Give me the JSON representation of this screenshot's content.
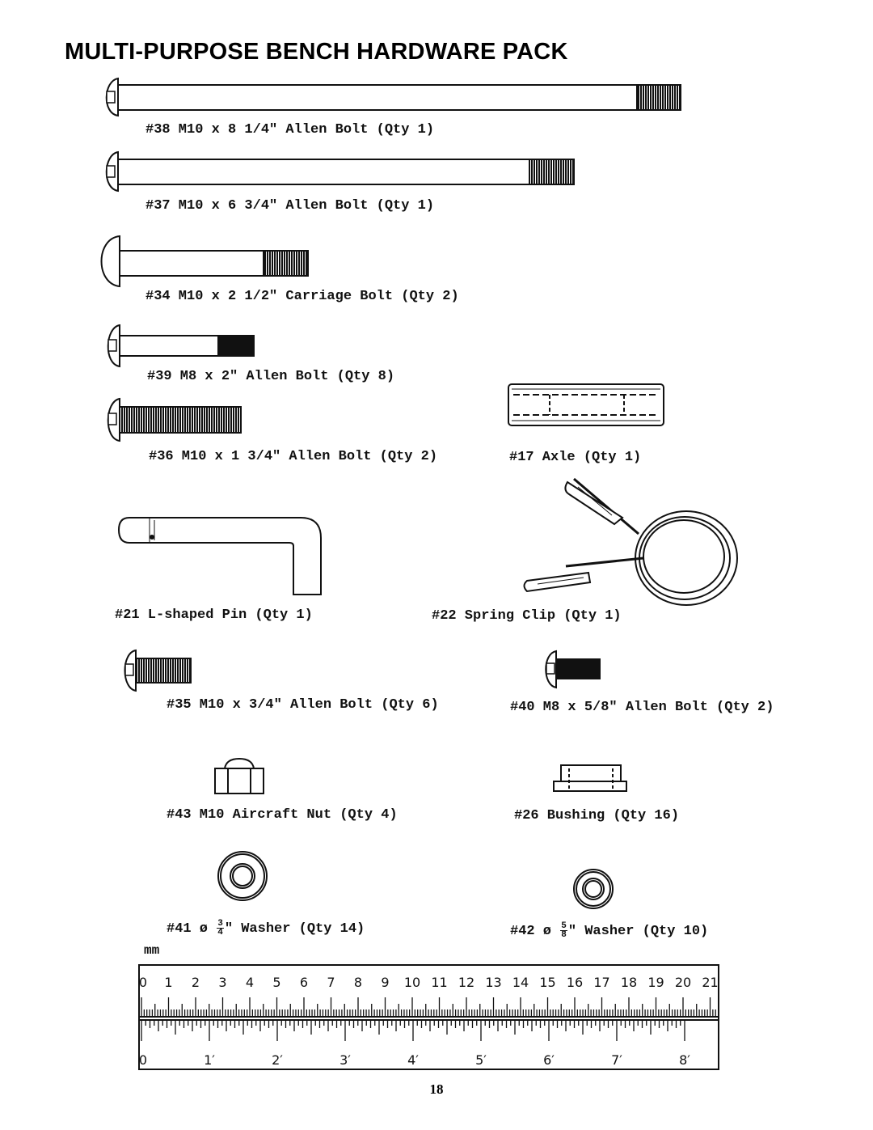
{
  "title": "MULTI-PURPOSE BENCH HARDWARE PACK",
  "parts": {
    "p38": "#38 M10 x 8 1/4\" Allen Bolt (Qty 1)",
    "p37": "#37 M10 x 6 3/4\" Allen Bolt (Qty 1)",
    "p34": "#34 M10 x 2 1/2\" Carriage Bolt (Qty 2)",
    "p39": "#39 M8 x 2\" Allen Bolt (Qty 8)",
    "p36": "#36 M10 x 1 3/4\" Allen Bolt (Qty 2)",
    "p17": "#17 Axle (Qty 1)",
    "p21": "#21 L-shaped Pin (Qty 1)",
    "p22": "#22 Spring Clip (Qty 1)",
    "p35": "#35 M10 x 3/4\" Allen Bolt (Qty 6)",
    "p40": "#40 M8 x 5/8\" Allen Bolt (Qty 2)",
    "p43": "#43 M10 Aircraft Nut (Qty 4)",
    "p26": "#26 Bushing (Qty 16)",
    "p41": {
      "prefix": "#41 ø ",
      "num": "3",
      "den": "4",
      "suffix": "\" Washer (Qty 14)"
    },
    "p42": {
      "prefix": "#42 ø ",
      "num": "5",
      "den": "8",
      "suffix": "\" Washer (Qty 10)"
    }
  },
  "ruler": {
    "unit_label": "mm",
    "cm_labels": [
      "0",
      "1",
      "2",
      "3",
      "4",
      "5",
      "6",
      "7",
      "8",
      "9",
      "10",
      "11",
      "12",
      "13",
      "14",
      "15",
      "16",
      "17",
      "18",
      "19",
      "20",
      "21"
    ],
    "inch_labels": [
      "0",
      "1′",
      "2′",
      "3′",
      "4′",
      "5′",
      "6′",
      "7′",
      "8′"
    ]
  },
  "page_number": "18"
}
